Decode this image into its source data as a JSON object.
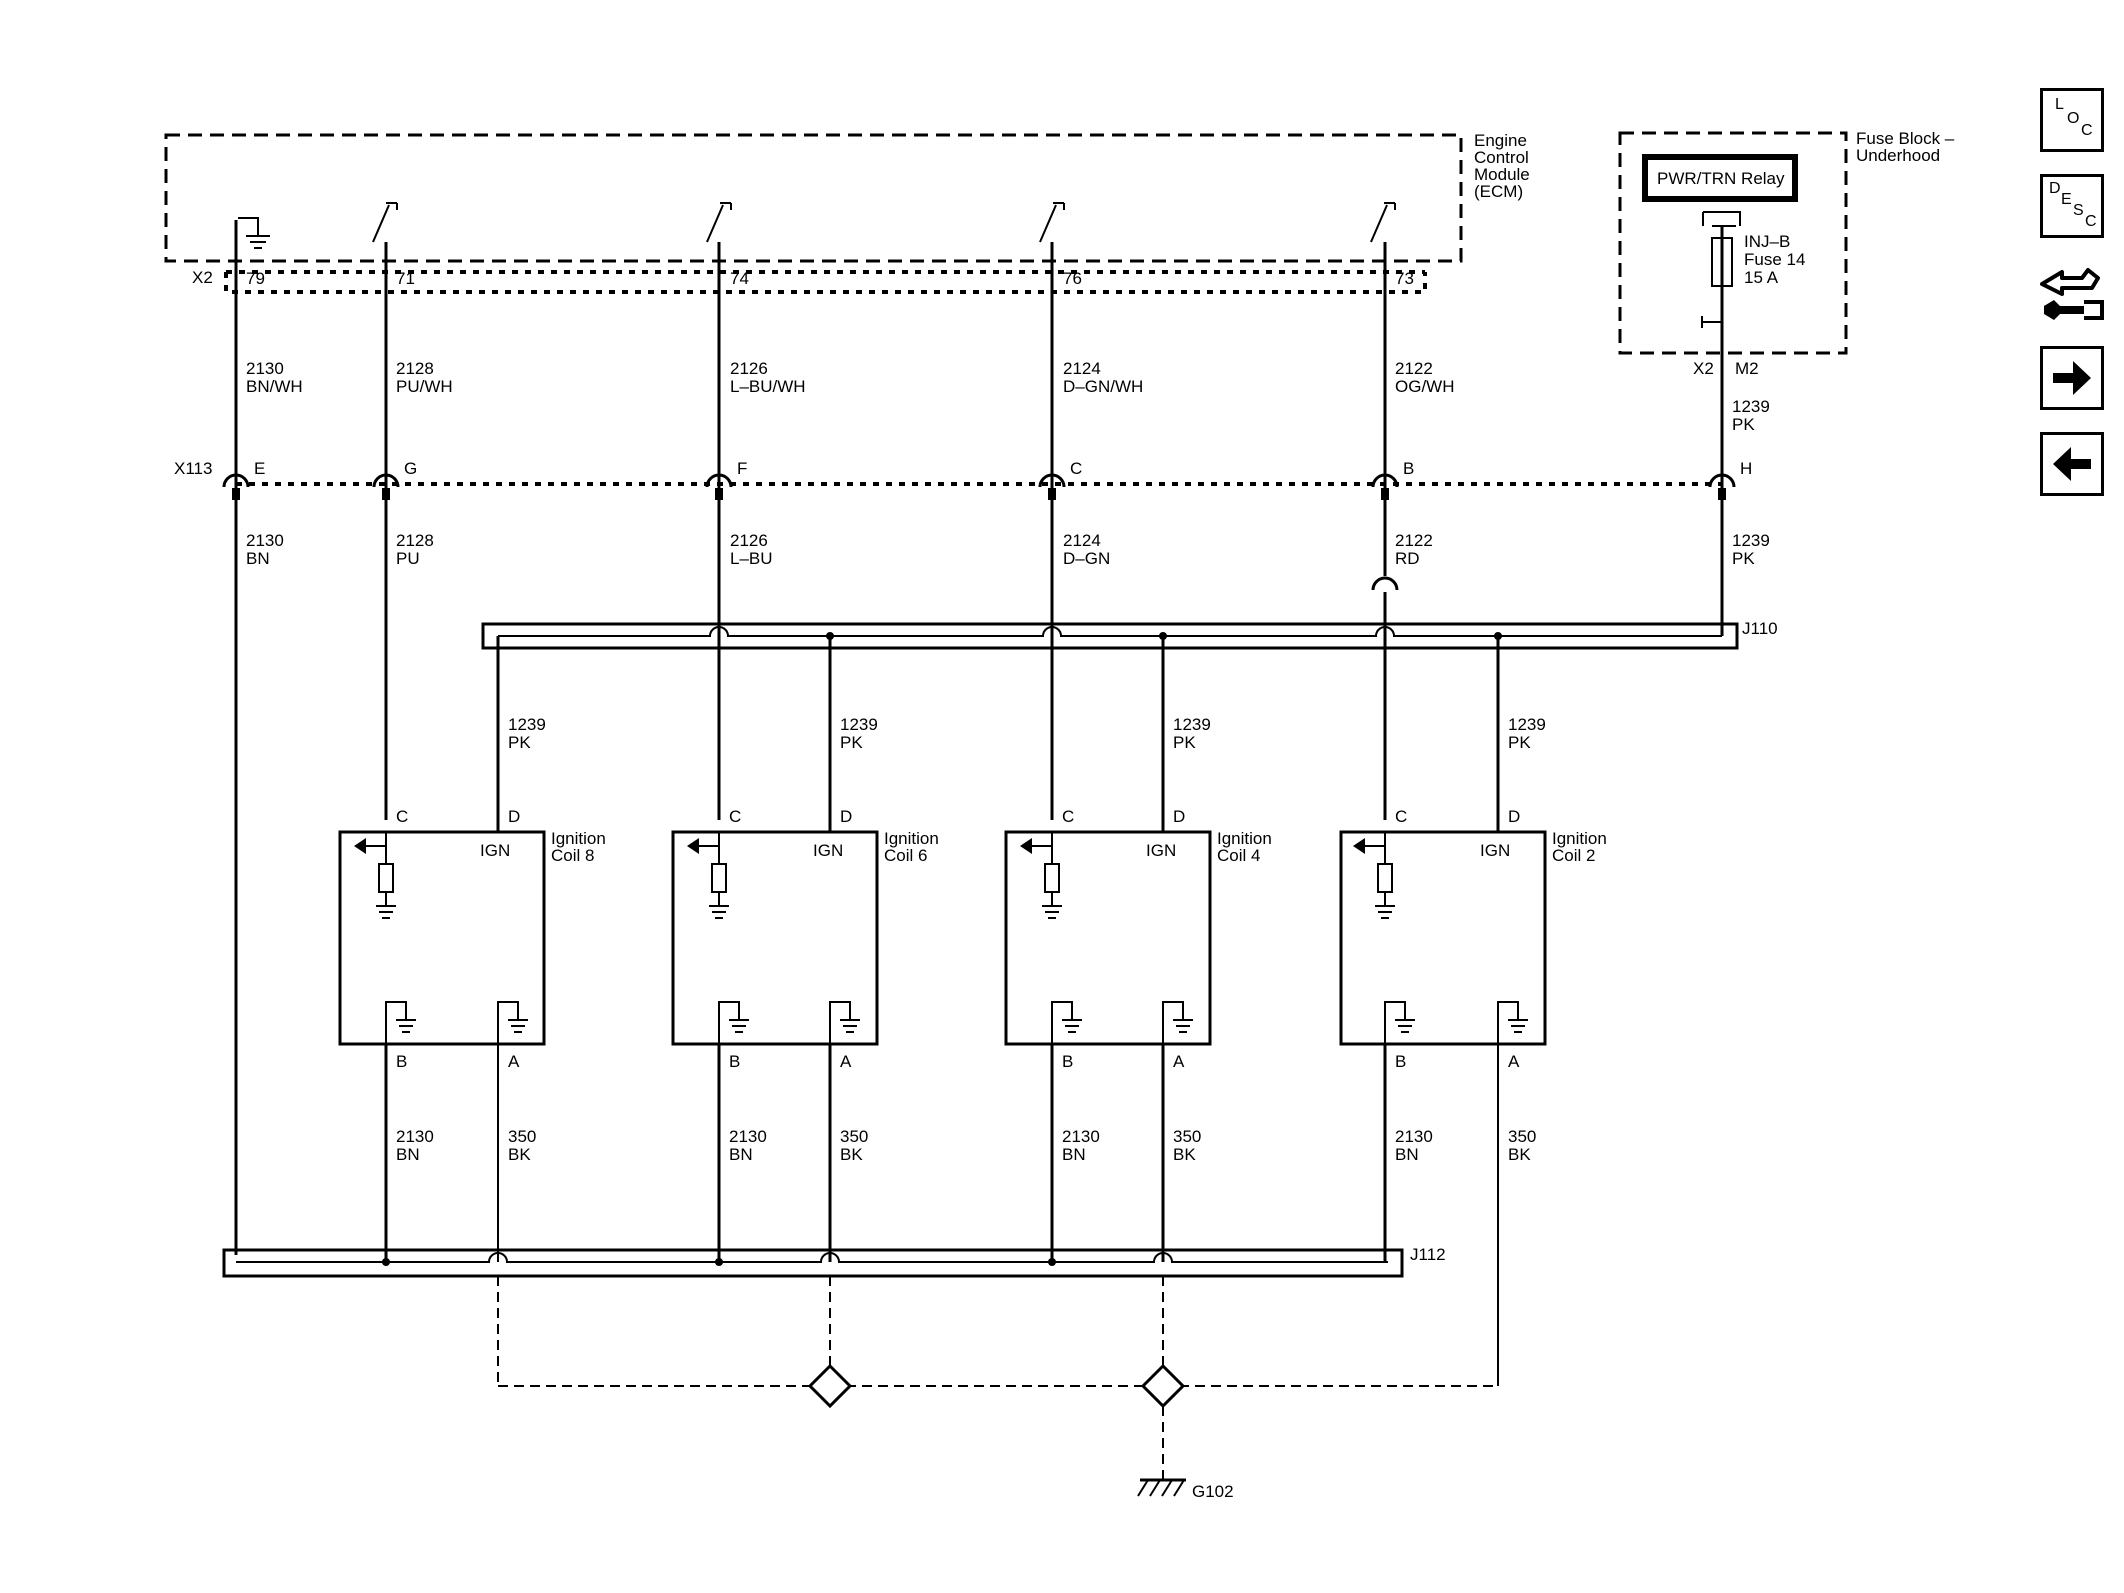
{
  "modules": {
    "ecm": {
      "label_lines": [
        "Engine",
        "Control",
        "Module",
        "(ECM)"
      ],
      "connector": "X2"
    },
    "fuse_block": {
      "label_lines": [
        "Fuse Block –",
        "Underhood"
      ],
      "relay": "PWR/TRN Relay",
      "fuse_lines": [
        "INJ–B",
        "Fuse 14",
        "15 A"
      ],
      "connector": "X2",
      "pin": "M2"
    }
  },
  "ecm_pins": [
    "79",
    "71",
    "74",
    "76",
    "73"
  ],
  "upper_wires": [
    {
      "circuit": "2130",
      "color": "BN/WH"
    },
    {
      "circuit": "2128",
      "color": "PU/WH"
    },
    {
      "circuit": "2126",
      "color": "L–BU/WH"
    },
    {
      "circuit": "2124",
      "color": "D–GN/WH"
    },
    {
      "circuit": "2122",
      "color": "OG/WH"
    },
    {
      "circuit": "1239",
      "color": "PK"
    }
  ],
  "inline_connector": {
    "name": "X113",
    "pins": [
      "E",
      "G",
      "F",
      "C",
      "B",
      "H"
    ]
  },
  "lower_wires": [
    {
      "circuit": "2130",
      "color": "BN"
    },
    {
      "circuit": "2128",
      "color": "PU"
    },
    {
      "circuit": "2126",
      "color": "L–BU"
    },
    {
      "circuit": "2124",
      "color": "D–GN"
    },
    {
      "circuit": "2122",
      "color": "RD"
    },
    {
      "circuit": "1239",
      "color": "PK"
    }
  ],
  "splices": {
    "upper": "J110",
    "lower": "J112"
  },
  "coil_feed": {
    "circuit": "1239",
    "color": "PK"
  },
  "coils": [
    {
      "name_lines": [
        "Ignition",
        "Coil 8"
      ]
    },
    {
      "name_lines": [
        "Ignition",
        "Coil 6"
      ]
    },
    {
      "name_lines": [
        "Ignition",
        "Coil 4"
      ]
    },
    {
      "name_lines": [
        "Ignition",
        "Coil 2"
      ]
    }
  ],
  "coil_pins": {
    "signal": "C",
    "ign_feed": "D",
    "ign_label": "IGN",
    "ground_b": "B",
    "ground_a": "A"
  },
  "coil_grounds": {
    "b": {
      "circuit": "2130",
      "color": "BN"
    },
    "a": {
      "circuit": "350",
      "color": "BK"
    }
  },
  "ground_point": "G102",
  "nav_buttons": [
    {
      "name": "location-button",
      "letters": [
        "L",
        "O",
        "C"
      ]
    },
    {
      "name": "description-button",
      "letters": [
        "D",
        "E",
        "S",
        "C"
      ]
    },
    {
      "name": "schematic-tools-button",
      "icon": "connector-tool-icon"
    },
    {
      "name": "next-page-button",
      "icon": "arrow-right-icon"
    },
    {
      "name": "previous-page-button",
      "icon": "arrow-left-icon"
    }
  ]
}
